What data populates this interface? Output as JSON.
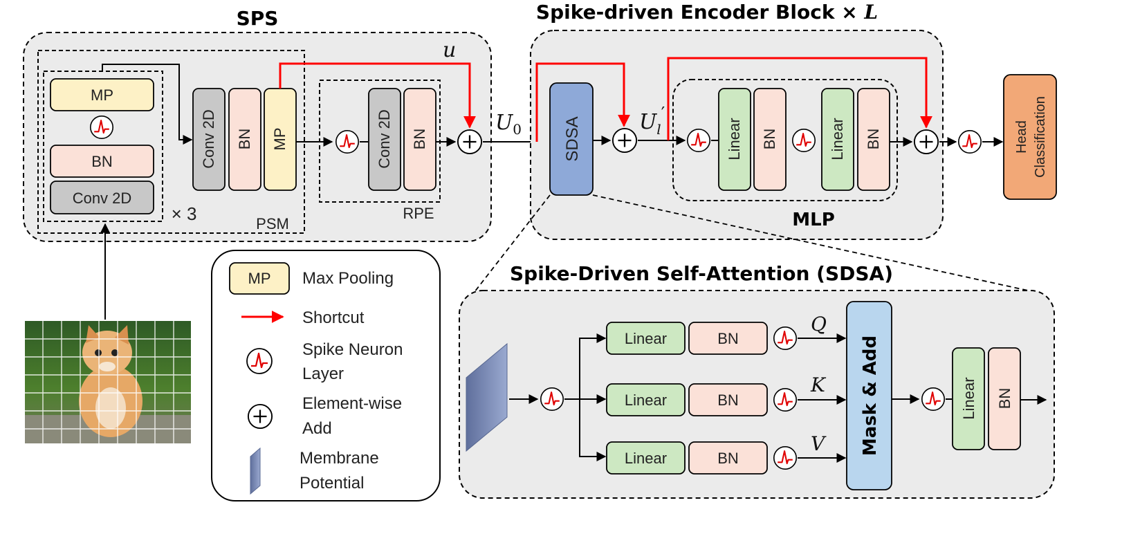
{
  "sps": {
    "title": "SPS",
    "mp": "MP",
    "bn": "BN",
    "conv": "Conv 2D",
    "repeat": "× 3",
    "psm": "PSM",
    "psm_conv": "Conv 2D",
    "psm_bn": "BN",
    "psm_mp": "MP",
    "rpe_conv": "Conv 2D",
    "rpe_bn": "BN",
    "rpe": "RPE",
    "u": "u",
    "u0_main": "U",
    "u0_sub": "0"
  },
  "encoder": {
    "title": "Spike-driven Encoder Block × ",
    "title_L": "L",
    "sdsa": "SDSA",
    "ul_main": "U",
    "ul_sub": "l",
    "ul_prime": "′",
    "linear1": "Linear",
    "bn1": "BN",
    "linear2": "Linear",
    "bn2": "BN",
    "mlp": "MLP"
  },
  "head": {
    "line1": "Head",
    "line2": "Classification"
  },
  "legend": {
    "mp_box": "MP",
    "mp_label": "Max Pooling",
    "shortcut": "Shortcut",
    "neuron_1": "Spike Neuron",
    "neuron_2": "Layer",
    "add_1": "Element-wise",
    "add_2": "Add",
    "mem_1": "Membrane",
    "mem_2": "Potential"
  },
  "sdsa_detail": {
    "title": "Spike-Driven Self-Attention (SDSA)",
    "linear_q": "Linear",
    "bn_q": "BN",
    "q": "Q",
    "linear_k": "Linear",
    "bn_k": "BN",
    "k": "K",
    "linear_v": "Linear",
    "bn_v": "BN",
    "v": "V",
    "mask_add": "Mask & Add",
    "out_linear": "Linear",
    "out_bn": "BN"
  },
  "colors": {
    "mp": "#fdf1c6",
    "bn": "#fbe1d8",
    "conv": "#c8c8c8",
    "linear": "#cde8c2",
    "sdsa": "#8ea9d8",
    "mask": "#b9d6ee",
    "head": "#f2a877",
    "shortcut": "#ff0000",
    "panel": "#ebebeb"
  }
}
